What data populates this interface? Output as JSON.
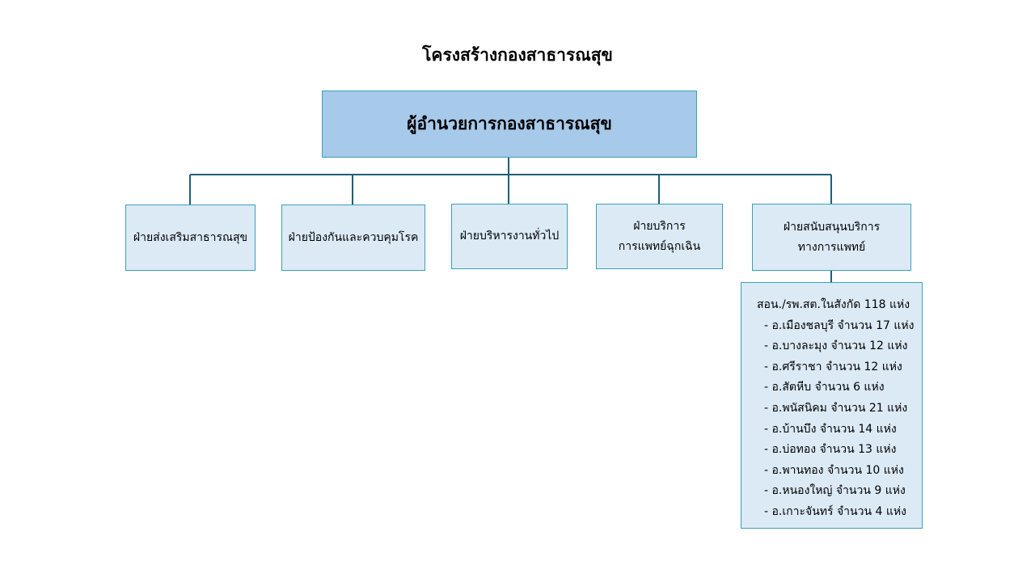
{
  "title": "โครงสร้างกองสาธารณสุข",
  "director": "ผู้อำนวยการกองสาธารณสุข",
  "departments": [
    {
      "lines": [
        "ฝ่ายส่งเสริมสาธารณสุข"
      ]
    },
    {
      "lines": [
        "ฝ่ายป้องกันและควบคุมโรค"
      ]
    },
    {
      "lines": [
        "ฝ่ายบริหารงานทั่วไป"
      ]
    },
    {
      "lines": [
        "ฝ่ายบริการ",
        "การแพทย์ฉุกเฉิน"
      ]
    },
    {
      "lines": [
        "ฝ่ายสนับสนุนบริการ",
        "ทางการแพทย์"
      ]
    }
  ],
  "hospitals": {
    "header": "สอน./รพ.สต.ในสังกัด 118 แห่ง",
    "items": [
      "- อ.เมืองชลบุรี จำนวน 17 แห่ง",
      "- อ.บางละมุง จำนวน 12 แห่ง",
      "- อ.ศรีราชา จำนวน 12 แห่ง",
      "- อ.สัตหีบ จำนวน 6 แห่ง",
      "- อ.พนัสนิคม จำนวน 21 แห่ง",
      "- อ.บ้านบึง จำนวน 14 แห่ง",
      "- อ.บ่อทอง จำนวน 13 แห่ง",
      "- อ.พานทอง จำนวน 10 แห่ง",
      "- อ.หนองใหญ่ จำนวน 9 แห่ง",
      "- อ.เกาะจันทร์ จำนวน 4 แห่ง"
    ]
  },
  "colors": {
    "director_fill": "#a7c9ea",
    "box_fill": "#dceaf6",
    "box_border": "#3aa0b8",
    "connector": "#1f5f7a"
  }
}
